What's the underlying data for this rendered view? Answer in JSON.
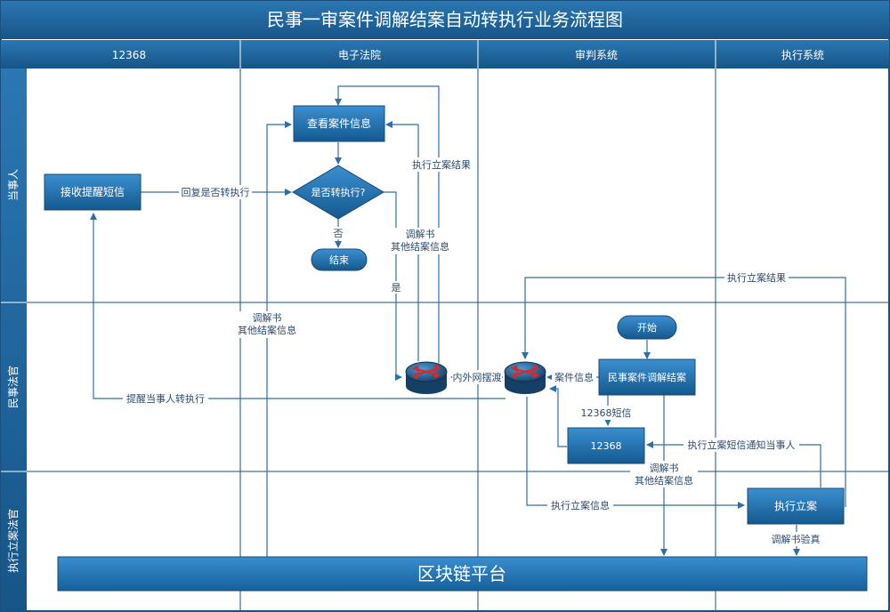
{
  "title": "民事一审案件调解结案自动转执行业务流程图",
  "columns": [
    "12368",
    "电子法院",
    "审判系统",
    "执行系统"
  ],
  "rows": [
    "当事人",
    "民事法官",
    "执行立案法官"
  ],
  "nodes": {
    "receive_sms": "接收提醒短信",
    "view_case": "查看案件信息",
    "decision": "是否转执行?",
    "end": "结束",
    "start": "开始",
    "mediation": "民事案件调解结案",
    "sms_12368": "12368",
    "exec_filing": "执行立案",
    "blockchain": "区块链平台"
  },
  "edge_labels": {
    "reply_transfer": "回复是否转执行",
    "no": "否",
    "yes": "是",
    "exec_result_top": "执行立案结果",
    "doc_info_1": "调解书",
    "doc_info_2": "其他结案信息",
    "exec_result_right": "执行立案结果",
    "doc_info_left_1": "调解书",
    "doc_info_left_2": "其他结案信息",
    "ferry": "内外网摆渡",
    "case_info": "案件信息",
    "sms_label": "12368短信",
    "remind_party": "提醒当事人转执行",
    "notify_party": "执行立案短信通知当事人",
    "doc_info_bottom_1": "调解书",
    "doc_info_bottom_2": "其他结案信息",
    "exec_filing_info": "执行立案信息",
    "verify": "调解书验真"
  },
  "colors": {
    "header_blue": "#1a5f94",
    "node_blue": "#1f6ea8",
    "line_blue": "#2e6fa6",
    "border": "#1b4f7d",
    "router_red": "#d42a2a"
  }
}
